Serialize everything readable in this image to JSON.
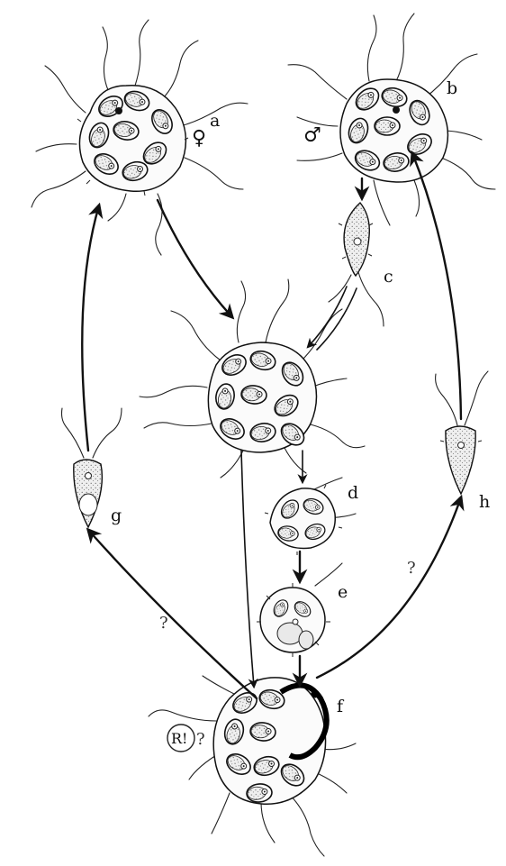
{
  "labels": {
    "a": "a",
    "b": "b",
    "c": "c",
    "d": "d",
    "e": "e",
    "f": "f",
    "g": "g",
    "h": "h"
  },
  "symbols": {
    "female": "♀",
    "male": "♂",
    "r_mark": "R!",
    "r_question": "?"
  },
  "question_marks": {
    "left_path": "?",
    "right_path": "?"
  },
  "icons": {
    "female_symbol": "female-symbol-icon",
    "male_symbol": "male-symbol-icon",
    "arrowhead": "arrowhead-icon"
  }
}
